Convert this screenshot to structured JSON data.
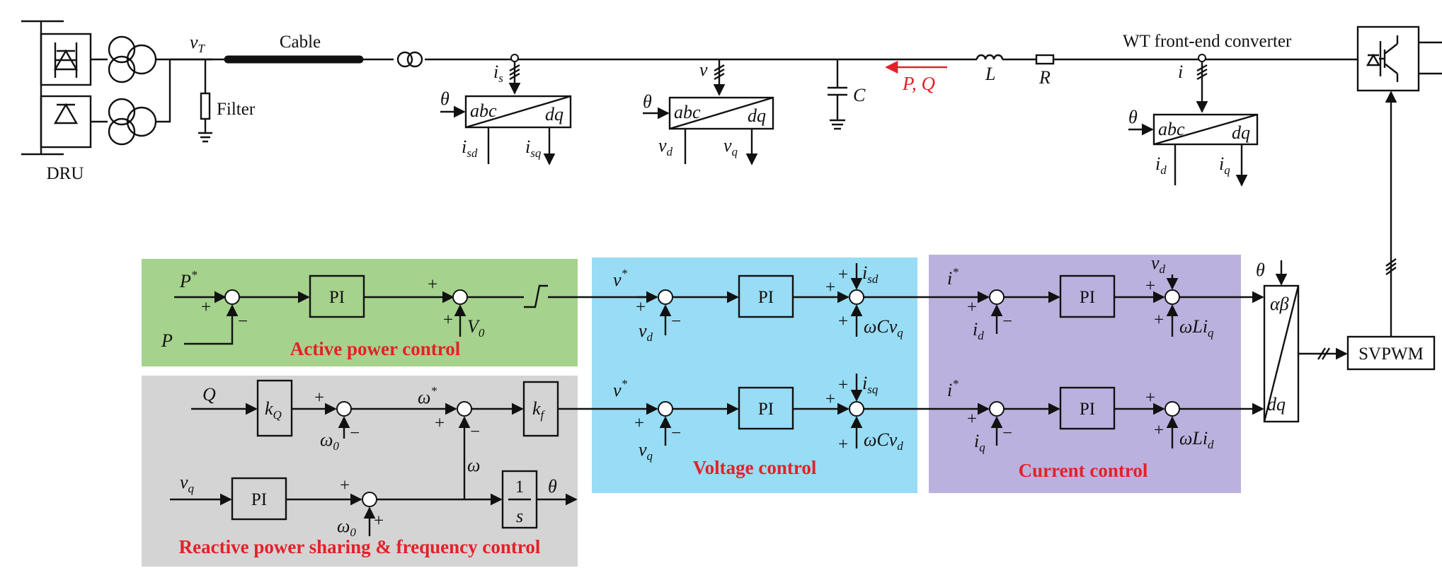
{
  "colors": {
    "active_region": "#a5d28c",
    "reactive_region": "#d4d4d4",
    "voltage_region": "#98dcf5",
    "current_region": "#bbb1de",
    "highlight_text": "#e5202a",
    "line": "#111111"
  },
  "circuit": {
    "dru_label": "DRU",
    "cable_label": "Cable",
    "filter_label": "Filter",
    "converter_label": "WT front-end converter",
    "vt_label": "v",
    "vt_sub": "T",
    "c_label": "C",
    "l_label": "L",
    "r_label": "R",
    "pq_label": "P, Q",
    "is_label": "i",
    "is_sub": "s",
    "v_label": "v",
    "i_label": "i"
  },
  "transforms": {
    "abc": "abc",
    "dq": "dq",
    "theta": "θ",
    "out1": {
      "main": "i",
      "sub": "sd"
    },
    "out2": {
      "main": "i",
      "sub": "sq"
    },
    "out3": {
      "main": "v",
      "sub": "d"
    },
    "out4": {
      "main": "v",
      "sub": "q"
    },
    "out5": {
      "main": "i",
      "sub": "d"
    },
    "out6": {
      "main": "i",
      "sub": "q"
    }
  },
  "active_power": {
    "title": "Active power control",
    "p_ref": "P",
    "p_ref_sup": "*",
    "p_meas": "P",
    "pi": "PI",
    "v0": "V",
    "v0_sub": "0"
  },
  "reactive_power": {
    "title": "Reactive power sharing & frequency control",
    "q": "Q",
    "kq": "k",
    "kq_sub": "Q",
    "omega0": "ω",
    "omega0_sub": "0",
    "omega_ref": "ω",
    "omega_ref_sup": "*",
    "omega": "ω",
    "kf": "k",
    "kf_sub": "f",
    "vq": "v",
    "vq_sub": "q",
    "pi": "PI",
    "int_num": "1",
    "int_den": "s",
    "theta": "θ"
  },
  "voltage_control": {
    "title": "Voltage control",
    "vd_ref": "v",
    "vq_ref": "v",
    "ref_sup": "*",
    "vd": "v",
    "vq": "v",
    "pi": "PI",
    "isd": "i",
    "isd_sub": "sd",
    "isq": "i",
    "isq_sub": "sq",
    "ff_d": "ωCv",
    "ff_d_sub": "q",
    "ff_q": "ωCv",
    "ff_q_sub": "d"
  },
  "current_control": {
    "title": "Current control",
    "id_ref": "i",
    "iq_ref": "i",
    "ref_sup": "*",
    "id": "i",
    "iq": "i",
    "pi": "PI",
    "vd": "v",
    "vd_sub": "d",
    "ff_d": "ωLi",
    "ff_d_sub": "q",
    "ff_q": "ωLi",
    "ff_q_sub": "d"
  },
  "modulator": {
    "alpha_beta": "αβ",
    "dq": "dq",
    "theta": "θ",
    "svpwm": "SVPWM"
  },
  "signs": {
    "plus": "+",
    "minus": "−"
  }
}
